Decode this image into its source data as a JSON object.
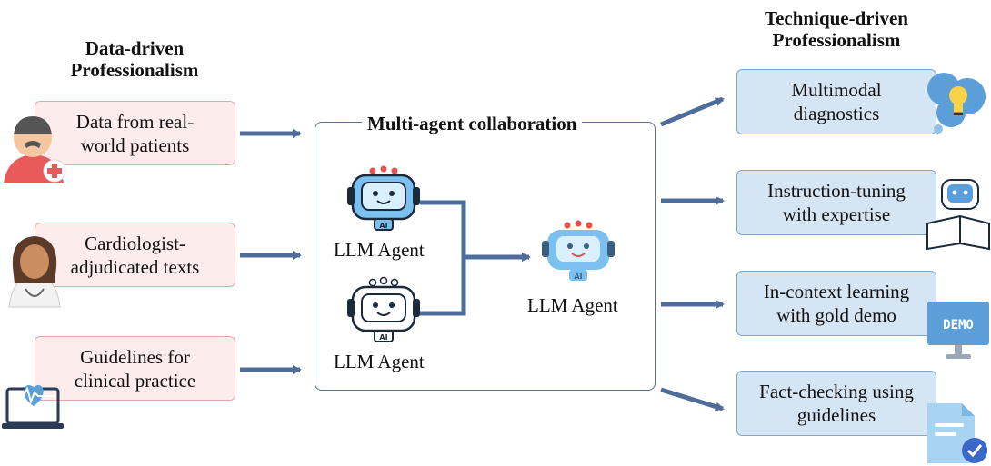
{
  "left_heading": [
    "Data-driven",
    "Professionalism"
  ],
  "right_heading": [
    "Technique-driven",
    "Professionalism"
  ],
  "data_sources": [
    {
      "lines": [
        "Data from real-",
        "world patients"
      ],
      "icon": "patient-icon"
    },
    {
      "lines": [
        "Cardiologist-",
        "adjudicated texts"
      ],
      "icon": "doctor-icon"
    },
    {
      "lines": [
        "Guidelines for",
        "clinical practice"
      ],
      "icon": "laptop-heart-icon"
    }
  ],
  "collaboration": {
    "title": "Multi-agent collaboration",
    "agents": [
      "LLM Agent",
      "LLM Agent",
      "LLM Agent"
    ],
    "robot_badge": "AI"
  },
  "techniques": [
    {
      "lines": [
        "Multimodal",
        "diagnostics"
      ],
      "icon": "lightbulb-cloud-icon"
    },
    {
      "lines": [
        "Instruction-tuning",
        "with expertise"
      ],
      "icon": "robot-reading-icon"
    },
    {
      "lines": [
        "In-context learning",
        "with gold demo"
      ],
      "icon": "demo-monitor-icon",
      "icon_text": "DEMO"
    },
    {
      "lines": [
        "Fact-checking using",
        "guidelines"
      ],
      "icon": "document-check-icon"
    }
  ],
  "colors": {
    "arrow": "#4f6d9b",
    "pink_fill": "#fdecec",
    "pink_border": "#e0a8a8",
    "blue_fill": "#d6e5f4",
    "blue_border": "#7fa7cc",
    "robot_blue": "#7cc0ef"
  }
}
